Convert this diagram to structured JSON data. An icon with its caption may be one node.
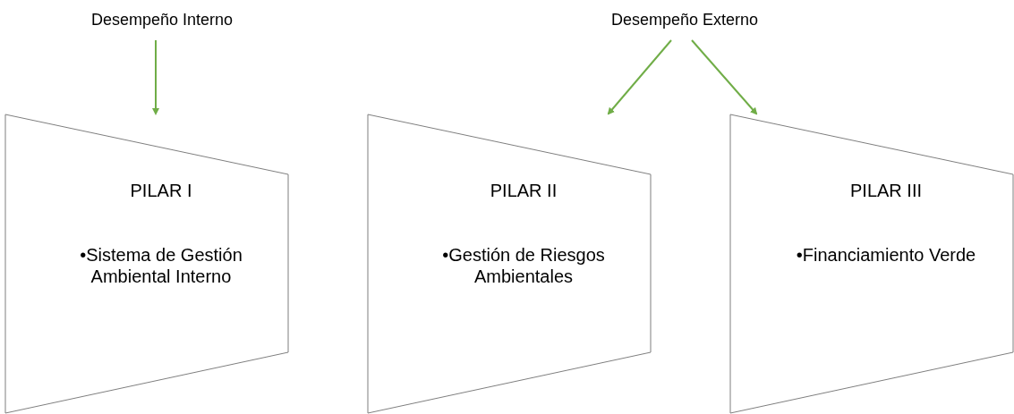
{
  "diagram": {
    "nodes": [
      {
        "text": [
          "Desempeño Interno"
        ]
      },
      {
        "text": [
          "Desempeño Externo"
        ]
      },
      {
        "text": [
          "PILAR I",
          "•Sistema de Gestión Ambiental Interno"
        ]
      },
      {
        "text": [
          "PILAR II",
          "•Gestión de Riesgos Ambientales"
        ]
      },
      {
        "text": [
          "PILAR III",
          "•Financiamiento Verde"
        ]
      }
    ],
    "edges": [
      {
        "from": 0,
        "to": 2,
        "arrow": "to"
      },
      {
        "from": 1,
        "to": 3,
        "arrow": "to"
      },
      {
        "from": 1,
        "to": 4,
        "arrow": "to"
      }
    ]
  }
}
